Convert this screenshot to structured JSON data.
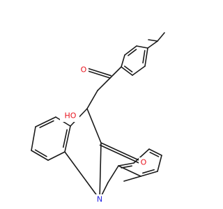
{
  "structure": {
    "colors": {
      "bond": "#1a1a1a",
      "oxygen": "#e8141e",
      "nitrogen": "#2020e0",
      "carbon": "#1a1a1a",
      "background": "#ffffff"
    },
    "atoms": [
      {
        "id": "ho",
        "text": "HO",
        "element": "O"
      },
      {
        "id": "o_ketone",
        "text": "O",
        "element": "O"
      },
      {
        "id": "o_amide",
        "text": "O",
        "element": "O"
      },
      {
        "id": "n1",
        "text": "N",
        "element": "N"
      }
    ]
  }
}
